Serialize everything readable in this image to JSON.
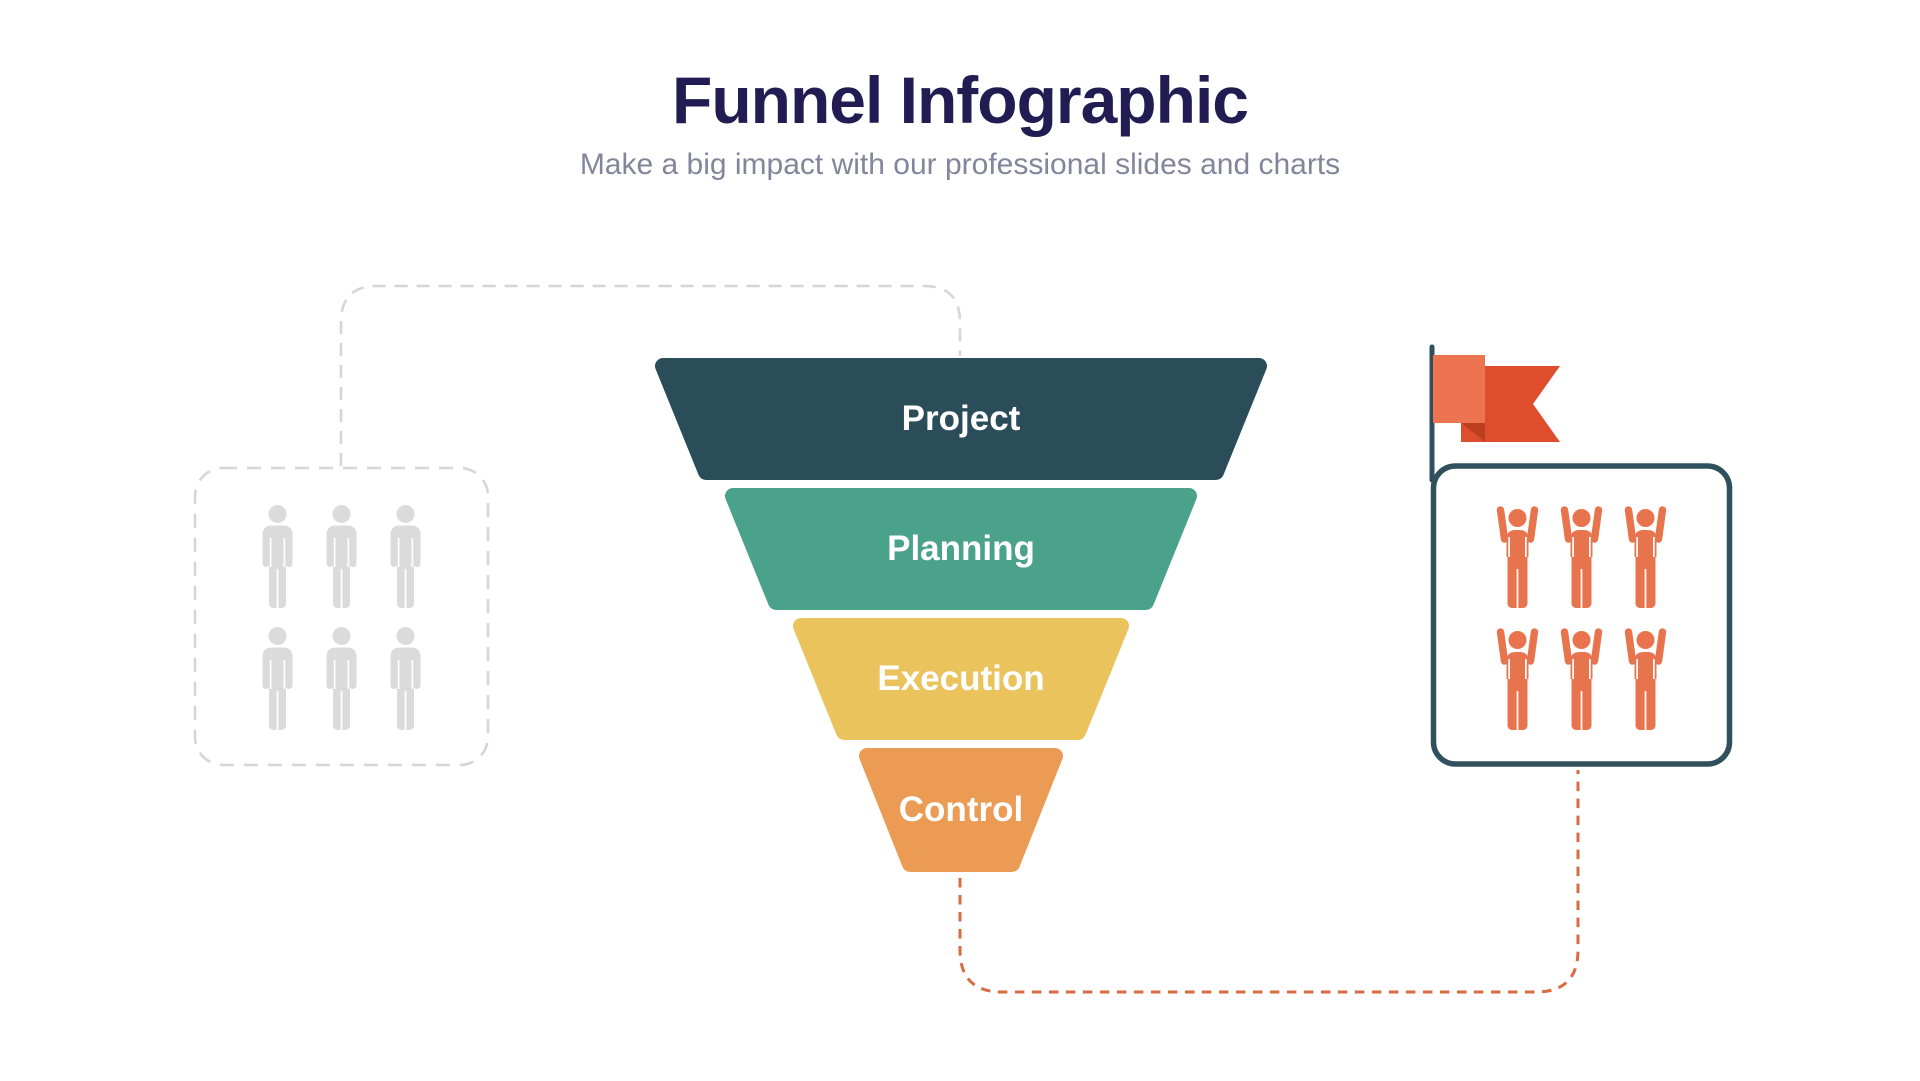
{
  "header": {
    "title": "Funnel Infographic",
    "subtitle": "Make a big impact with our professional slides and charts",
    "title_color": "#211D52",
    "subtitle_color": "#82869B"
  },
  "funnel": {
    "label_color": "#FFFFFF",
    "stages": [
      {
        "label": "Project",
        "color": "#2B4D59"
      },
      {
        "label": "Planning",
        "color": "#4BA28A"
      },
      {
        "label": "Execution",
        "color": "#EAC35C"
      },
      {
        "label": "Control",
        "color": "#EC9B55"
      }
    ]
  },
  "left_group": {
    "people_count": 6,
    "person_color": "#DBDBDB",
    "border_color": "#D6D6D6"
  },
  "right_group": {
    "people_count": 6,
    "person_color": "#E8744E",
    "border_color": "#2F505C",
    "fill_color": "#FFFFFF"
  },
  "flag": {
    "pole_color": "#2F505C",
    "banner_color": "#DE4E2C",
    "fold_color": "#BC3F1F",
    "front_color": "#ED7450"
  },
  "connectors": {
    "gray_color": "#D6D6D6",
    "orange_color": "#D96B42"
  }
}
